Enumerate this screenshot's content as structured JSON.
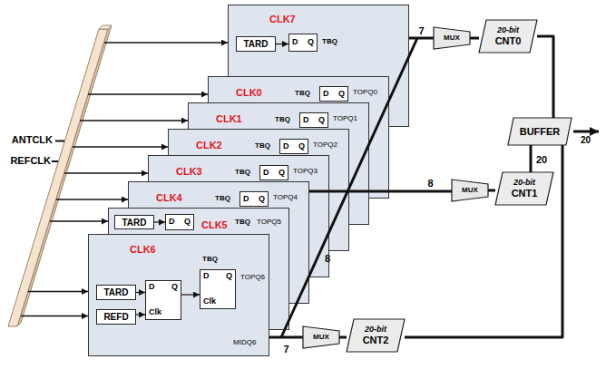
{
  "diagram": {
    "nodes": [
      {
        "text": [
          "CLK7"
        ]
      },
      {
        "text": [
          "TARD"
        ],
        "in": 0
      },
      {
        "text": [
          "D",
          "Q"
        ],
        "in": 0
      },
      {
        "text": [
          "CLK0"
        ]
      },
      {
        "text": [
          "D",
          "Q"
        ],
        "in": 3
      },
      {
        "text": [
          "CLK1"
        ]
      },
      {
        "text": [
          "D",
          "Q"
        ],
        "in": 5
      },
      {
        "text": [
          "CLK2"
        ]
      },
      {
        "text": [
          "D",
          "Q"
        ],
        "in": 7
      },
      {
        "text": [
          "CLK3"
        ]
      },
      {
        "text": [
          "D",
          "Q"
        ],
        "in": 9
      },
      {
        "text": [
          "CLK4"
        ]
      },
      {
        "text": [
          "D",
          "Q"
        ],
        "in": 11
      },
      {
        "text": [
          "CLK5"
        ]
      },
      {
        "text": [
          "TARD"
        ],
        "in": 13
      },
      {
        "text": [
          "D",
          "Q"
        ],
        "in": 13
      },
      {
        "text": [
          "CLK6"
        ]
      },
      {
        "text": [
          "TARD"
        ],
        "in": 16
      },
      {
        "text": [
          "REFD"
        ],
        "in": 16
      },
      {
        "text": [
          "D",
          "Q",
          "Clk"
        ],
        "in": 16
      },
      {
        "text": [
          "D",
          "Q",
          "Clk"
        ],
        "in": 16
      },
      {
        "text": [
          "MUX"
        ]
      },
      {
        "text": [
          "20-bit",
          "CNT0"
        ]
      },
      {
        "text": [
          "BUFFER"
        ]
      },
      {
        "text": [
          "MUX"
        ]
      },
      {
        "text": [
          "20-bit",
          "CNT1"
        ]
      },
      {
        "text": [
          "MUX"
        ]
      },
      {
        "text": [
          "20-bit",
          "CNT2"
        ]
      }
    ],
    "edges": [
      {
        "from": 1,
        "to": 2,
        "arrow": "to"
      },
      {
        "from": 14,
        "to": 15,
        "arrow": "to"
      },
      {
        "from": 17,
        "to": 19,
        "arrow": "to"
      },
      {
        "from": 18,
        "to": 19,
        "arrow": "to"
      },
      {
        "from": 19,
        "to": 20,
        "arrow": "to"
      },
      {
        "from": 0,
        "to": 21,
        "label": "7",
        "arrow": "none"
      },
      {
        "from": 11,
        "to": 24,
        "label": "8",
        "arrow": "none"
      },
      {
        "from": 16,
        "to": 26,
        "label": "7",
        "arrow": "none"
      },
      {
        "from": 21,
        "to": 22,
        "arrow": "none"
      },
      {
        "from": 24,
        "to": 25,
        "arrow": "none"
      },
      {
        "from": 26,
        "to": 27,
        "arrow": "none"
      },
      {
        "from": 25,
        "to": 23,
        "label": "20",
        "arrow": "none"
      },
      {
        "from": 22,
        "to": 23,
        "arrow": "none"
      },
      {
        "from": 27,
        "to": 23,
        "arrow": "none"
      }
    ],
    "labels": [
      "ANTCLK",
      "REFCLK",
      "TBQ",
      "TBQ",
      "TOPQ0",
      "TBQ",
      "TOPQ1",
      "TBQ",
      "TOPQ2",
      "TBQ",
      "TOPQ3",
      "TBQ",
      "TOPQ4",
      "TBQ",
      "TOPQ5",
      "TBQ",
      "TOPQ6",
      "MIDQ6",
      "8",
      "20"
    ]
  }
}
